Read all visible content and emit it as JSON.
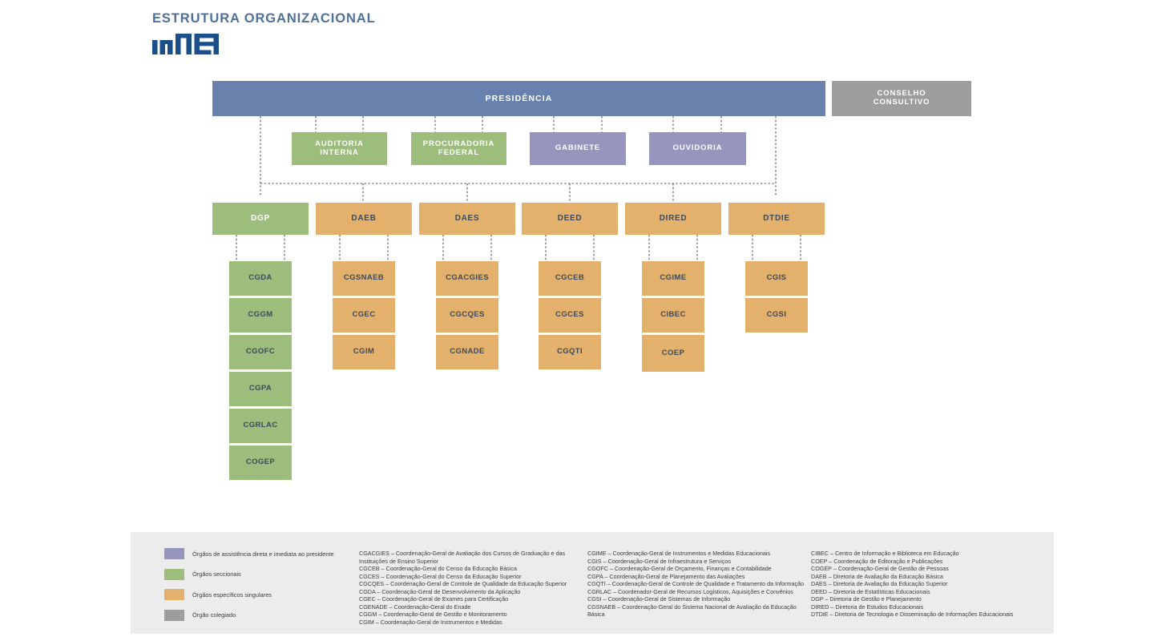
{
  "header": {
    "title": "ESTRUTURA ORGANIZACIONAL",
    "logo_alt": "INEP"
  },
  "palette": {
    "presidency_blue": "#6881ad",
    "collegiate_gray": "#9d9d9d",
    "assistance_purple": "#9695bd",
    "sectional_green": "#9cbd7c",
    "specific_orange": "#e3b16b",
    "title_blue": "#4f7099",
    "legend_bg": "#ececec",
    "box_text_dark": "#3c4a5e"
  },
  "chart_data": {
    "type": "org-chart",
    "title": "ESTRUTURA ORGANIZACIONAL",
    "root": "PRESIDÊNCIA",
    "collegiate": "CONSELHO CONSULTIVO",
    "assistance_units": [
      "AUDITORIA INTERNA",
      "PROCURADORIA FEDERAL",
      "GABINETE",
      "OUVIDORIA"
    ],
    "directorates": [
      "DGP",
      "DAEB",
      "DAES",
      "DEED",
      "DIRED",
      "DTDIE"
    ],
    "sub_units": {
      "DGP": [
        "CGDA",
        "CGGM",
        "CGOFC",
        "CGPA",
        "CGRLAC",
        "COGEP"
      ],
      "DAEB": [
        "CGSNAEB",
        "CGEC",
        "CGIM"
      ],
      "DAES": [
        "CGACGIES",
        "CGCQES",
        "CGNADE"
      ],
      "DEED": [
        "CGCEB",
        "CGCES",
        "CGQTI"
      ],
      "DIRED": [
        "CGIME",
        "CIBEC",
        "COEP"
      ],
      "DTDIE": [
        "CGIS",
        "CGSI"
      ]
    }
  },
  "nodes": {
    "presidencia": {
      "label": "PRESIDÊNCIA"
    },
    "conselho": {
      "line1": "CONSELHO",
      "line2": "CONSULTIVO"
    },
    "auditoria": {
      "line1": "AUDITORIA",
      "line2": "INTERNA"
    },
    "procuradoria": {
      "line1": "PROCURADORIA",
      "line2": "FEDERAL"
    },
    "gabinete": {
      "label": "GABINETE"
    },
    "ouvidoria": {
      "label": "OUVIDORIA"
    },
    "dgp": {
      "label": "DGP"
    },
    "daeb": {
      "label": "DAEB"
    },
    "daes": {
      "label": "DAES"
    },
    "deed": {
      "label": "DEED"
    },
    "dired": {
      "label": "DIRED"
    },
    "dtdie": {
      "label": "DTDIE"
    },
    "cgda": {
      "label": "CGDA"
    },
    "cggm": {
      "label": "CGGM"
    },
    "cgofc": {
      "label": "CGOFC"
    },
    "cgpa": {
      "label": "CGPA"
    },
    "cgrlac": {
      "label": "CGRLAC"
    },
    "cogep": {
      "label": "COGEP"
    },
    "cgsnaeb": {
      "label": "CGSNAEB"
    },
    "cgec": {
      "label": "CGEC"
    },
    "cgim": {
      "label": "CGIM"
    },
    "cgacgies": {
      "label": "CGACGIES"
    },
    "cgcqes": {
      "label": "CGCQES"
    },
    "cgnade": {
      "label": "CGNADE"
    },
    "cgceb": {
      "label": "CGCEB"
    },
    "cgces": {
      "label": "CGCES"
    },
    "cgqti": {
      "label": "CGQTI"
    },
    "cgime": {
      "label": "CGIME"
    },
    "cibec": {
      "label": "CIBEC"
    },
    "coep": {
      "label": "COEP"
    },
    "cgis": {
      "label": "CGIS"
    },
    "cgsi": {
      "label": "CGSI"
    }
  },
  "legend": {
    "keys": [
      {
        "color": "#9695bd",
        "label": "Órgãos de assistência direta e imediata ao presidente"
      },
      {
        "color": "#9cbd7c",
        "label": "Órgãos seccionais"
      },
      {
        "color": "#e3b16b",
        "label": "Órgãos específicos singulares"
      },
      {
        "color": "#9d9d9d",
        "label": "Órgão colegiado"
      }
    ],
    "definition_columns": [
      [
        "CGACGIES – Coordenação-Geral de Avaliação dos Cursos de Graduação e das Instituições de Ensino Superior",
        "CGCEB – Coordenação-Geral do Censo da Educação Básica",
        "CGCES – Coordenação-Geral do Censo da Educação Superior",
        "CGCQES – Coordenação-Geral de Controle de Qualidade da Educação Superior",
        "CGDA – Coordenação-Geral de Desenvolvimento da Aplicação",
        "CGEC – Coordenação-Geral de Exames para Certificação",
        "CGENADE – Coordenação-Geral do Enade",
        "CGGM – Coordenação-Geral de Gestão e Monitoramento",
        "CGIM – Coordenação-Geral de Instrumentos e Medidas"
      ],
      [
        "CGIME – Coordenação-Geral de Instrumentos e Medidas Educacionais",
        "CGIS – Coordenação-Geral de Infraestrutura e Serviços",
        "CGOFC – Coordenação-Geral de Orçamento, Finanças e Contabilidade",
        "CGPA – Coordenação-Geral de Planejamento das Avaliações",
        "CGQTI – Coordenação-Geral de Controle de Qualidade e Tratamento da Informação",
        "CGRLAC – Coordenador-Geral de Recursos Logísticos, Aquisições e Convênios",
        "CGSI – Coordenação-Geral de Sistemas de Informação",
        "CGSNAEB – Coordenação-Geral do Sistema Nacional de Avaliação da Educação Básica"
      ],
      [
        "CIBEC – Centro de Informação e Biblioteca em Educação",
        "COEP – Coordenação de Editoração e Publicações",
        "COGEP – Coordenação-Geral de Gestão de Pessoas",
        "DAEB – Diretoria de Avaliação da Educação Básica",
        "DAES – Diretoria de Avaliação da Educação Superior",
        "DEED – Diretoria de Estatísticas Educacionais",
        "DGP – Diretoria de Gestão e Planejamento",
        "DIRED – Diretoria de Estudos Educacionais",
        "DTDIE – Diretoria de Tecnologia e Disseminação de Informações Educacionais"
      ]
    ]
  }
}
